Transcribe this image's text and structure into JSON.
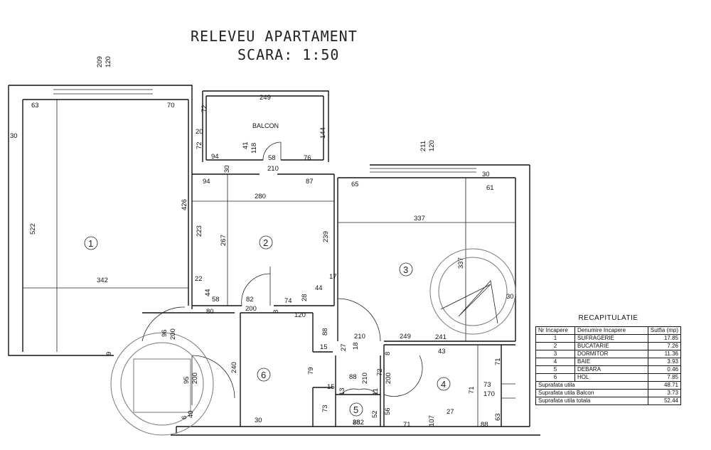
{
  "title": {
    "line1": "RELEVEU APARTAMENT",
    "line2": "SCARA: 1:50"
  },
  "rooms": [
    {
      "number": "1"
    },
    {
      "number": "2"
    },
    {
      "number": "3"
    },
    {
      "number": "4"
    },
    {
      "number": "5"
    },
    {
      "number": "6"
    }
  ],
  "labels": {
    "balcon": "BALCON"
  },
  "dimensions": [
    "209",
    "120",
    "249",
    "72",
    "20",
    "72",
    "144",
    "94",
    "41",
    "118",
    "58",
    "76",
    "30",
    "210",
    "63",
    "70",
    "30",
    "522",
    "426",
    "94",
    "280",
    "87",
    "223",
    "267",
    "239",
    "22",
    "342",
    "44",
    "58",
    "82",
    "74",
    "28",
    "44",
    "80",
    "200",
    "8",
    "120",
    "17",
    "211",
    "120",
    "30",
    "65",
    "61",
    "337",
    "337",
    "30",
    "96",
    "200",
    "240",
    "88",
    "95",
    "200",
    "40",
    "6",
    "9",
    "79",
    "15",
    "88",
    "210",
    "72",
    "200",
    "15",
    "13",
    "11",
    "73",
    "52",
    "88",
    "210",
    "18",
    "27",
    "8",
    "249",
    "241",
    "43",
    "73",
    "170",
    "71",
    "71",
    "56",
    "63",
    "27",
    "107",
    "71",
    "88",
    "282",
    "30"
  ],
  "recap": {
    "title": "RECAPITULATIE",
    "headers": [
      "Nr Incapere",
      "Denumire Incapere",
      "Sutfia (mp)"
    ],
    "rows": [
      {
        "nr": "1",
        "name": "SUFRAGERIE",
        "area": "17.85"
      },
      {
        "nr": "2",
        "name": "BUCATARIE",
        "area": "7.26"
      },
      {
        "nr": "3",
        "name": "DORMITOR",
        "area": "11.36"
      },
      {
        "nr": "4",
        "name": "BAIE",
        "area": "3.93"
      },
      {
        "nr": "5",
        "name": "DEBARA",
        "area": "0.46"
      },
      {
        "nr": "6",
        "name": "HOL",
        "area": "7.85"
      }
    ],
    "totals": [
      {
        "label": "Suprafata utila",
        "area": "48.71"
      },
      {
        "label": "Suprafata utila Balcon",
        "area": "3.73"
      },
      {
        "label": "Suprafata utila totala",
        "area": "52.44"
      }
    ]
  }
}
